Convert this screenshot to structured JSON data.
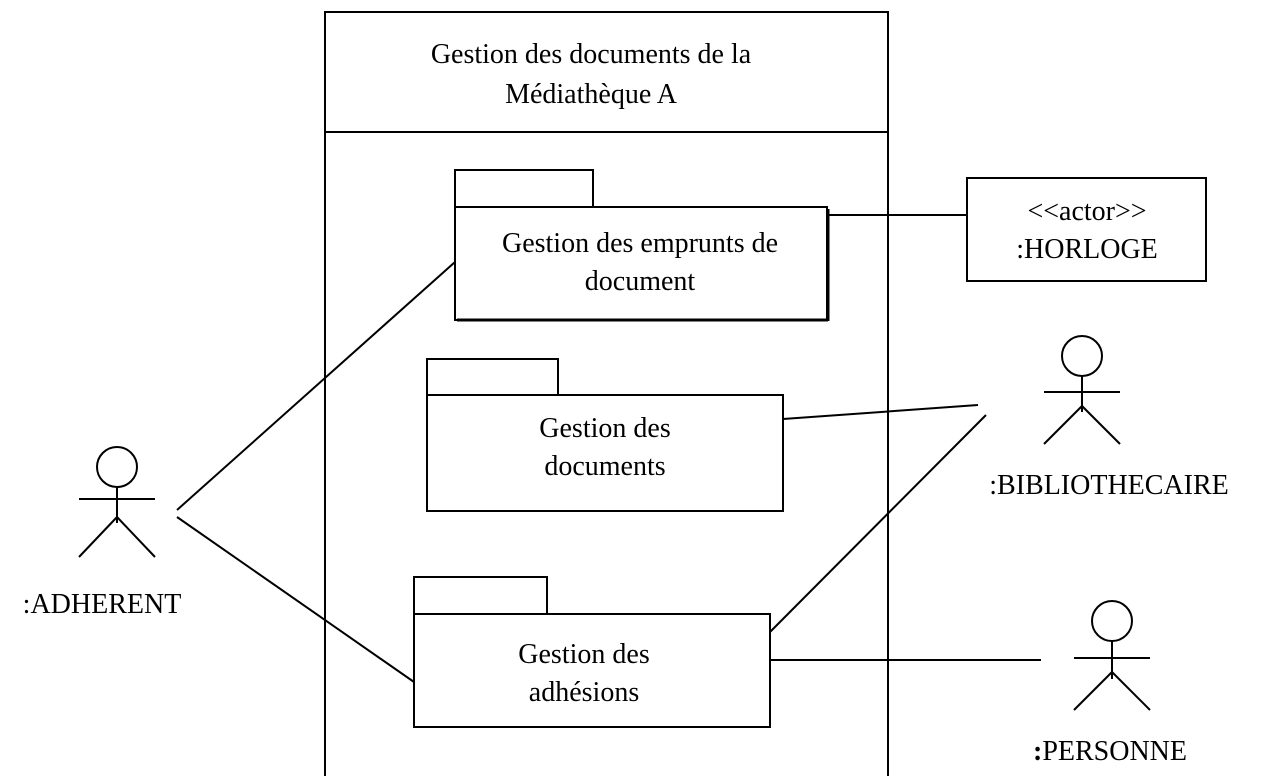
{
  "system": {
    "title_line1": "Gestion des documents de la",
    "title_line2": "Médiathèque A"
  },
  "packages": {
    "emprunts": {
      "line1": "Gestion des emprunts de",
      "line2": "document"
    },
    "documents": {
      "line1": "Gestion des",
      "line2": "documents"
    },
    "adhesions": {
      "line1": "Gestion des",
      "line2": "adhésions"
    }
  },
  "actors": {
    "horloge": {
      "stereotype": "<<actor>>",
      "name": ":HORLOGE",
      "icon": "box-actor"
    },
    "bibliothecaire": {
      "name": ":BIBLIOTHECAIRE",
      "icon": "stick-figure"
    },
    "adherent": {
      "name": ":ADHERENT",
      "icon": "stick-figure"
    },
    "personne": {
      "name_prefix": ":",
      "name_rest": "PERSONNE",
      "icon": "stick-figure"
    }
  },
  "colors": {
    "line": "#000000",
    "background": "#ffffff"
  }
}
